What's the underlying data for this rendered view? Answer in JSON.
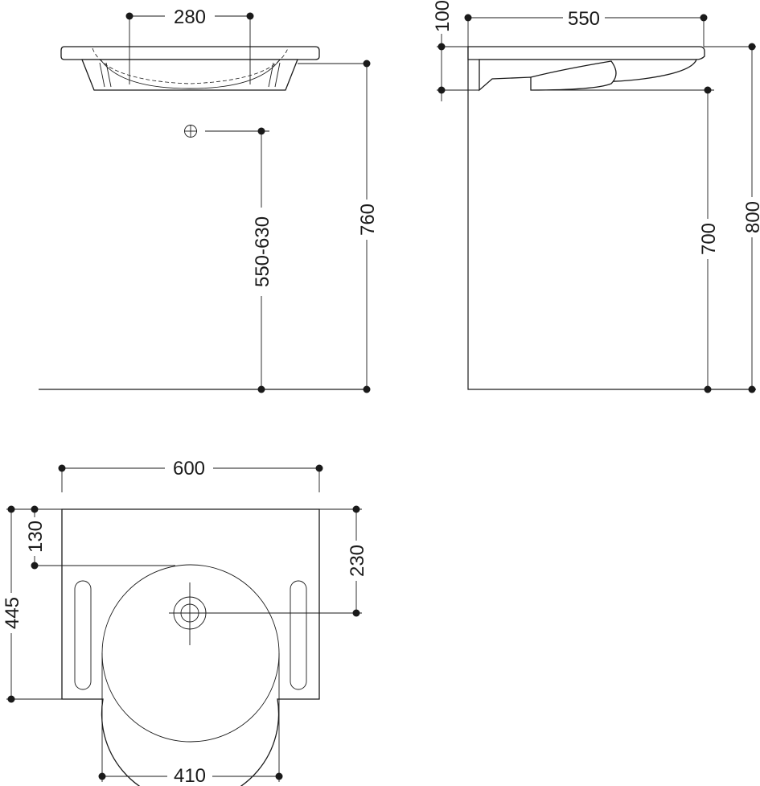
{
  "front_view": {
    "dim_drain_spacing": "280",
    "dim_waste_height": "550-630",
    "dim_rim_height": "760"
  },
  "side_view": {
    "dim_thickness": "100",
    "dim_depth": "550",
    "dim_underside_height": "700",
    "dim_total_height": "800"
  },
  "top_view": {
    "dim_width": "600",
    "dim_back_to_bowl": "130",
    "dim_back_to_drain": "230",
    "dim_overall_depth": "445",
    "dim_bowl_width": "410"
  },
  "colors": {
    "line": "#1a1a1a",
    "background": "#ffffff"
  }
}
